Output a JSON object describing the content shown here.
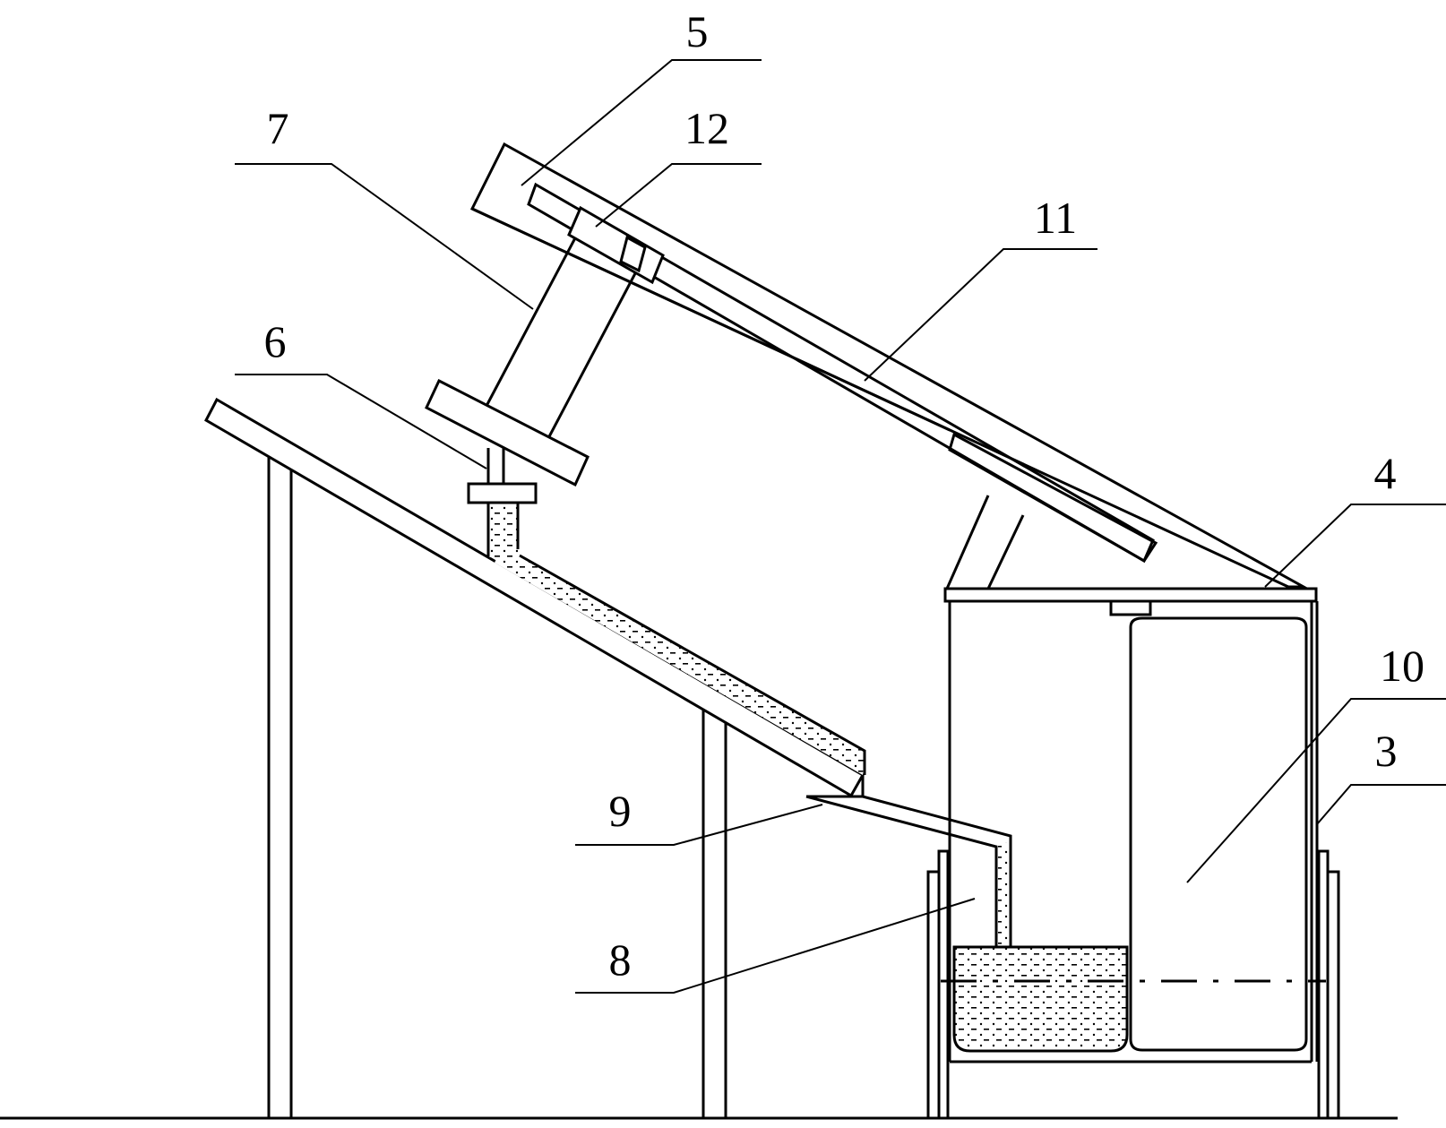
{
  "diagram": {
    "labels": {
      "l5": "5",
      "l12": "12",
      "l7": "7",
      "l11": "11",
      "l6": "6",
      "l4": "4",
      "l10": "10",
      "l3": "3",
      "l9": "9",
      "l8": "8"
    }
  }
}
